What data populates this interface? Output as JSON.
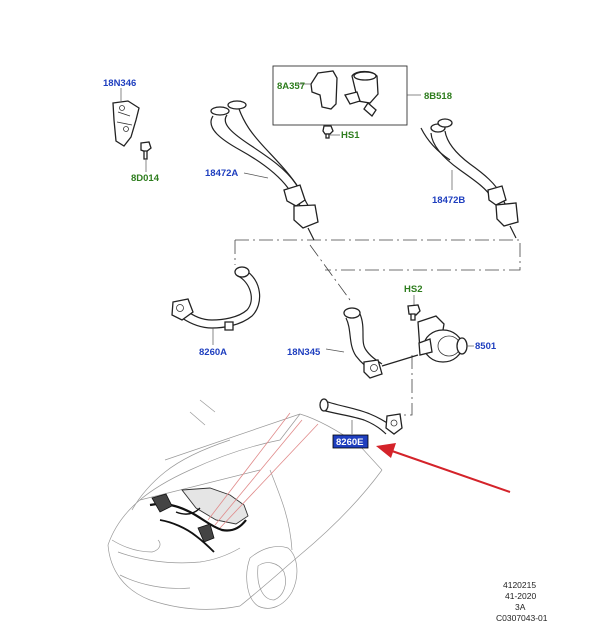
{
  "labels": {
    "n18n346": "18N346",
    "n8d014": "8D014",
    "n8a357": "8A357",
    "n8b518": "8B518",
    "hs1": "HS1",
    "n18472a": "18472A",
    "n18472b": "18472B",
    "hs2": "HS2",
    "n8260a": "8260A",
    "n18n345": "18N345",
    "n8501": "8501",
    "n8260e": "8260E"
  },
  "footer": {
    "line1": "4120215",
    "line2": "41-2020",
    "line3": "3A",
    "line4": "C0307043-01"
  },
  "colors": {
    "blue_label": "#1f3fbf",
    "green_label": "#2e7d1e",
    "highlight_bg": "#1f3fbf",
    "arrow": "#d4232a",
    "sightline": "#e08a8a"
  }
}
